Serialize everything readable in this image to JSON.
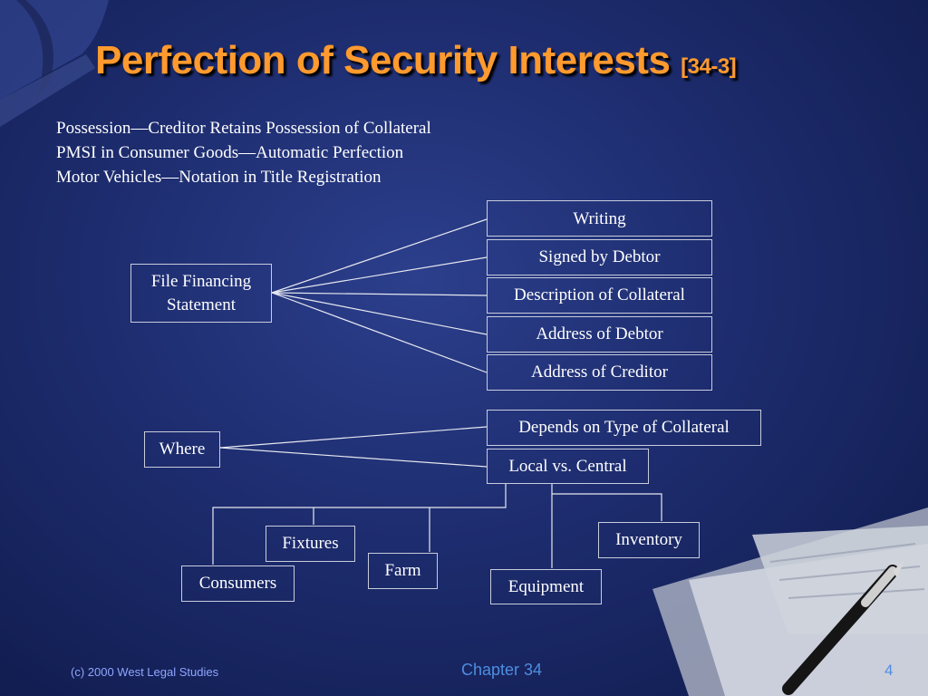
{
  "slide": {
    "title": "Perfection of Security Interests",
    "title_ref": "[34-3]",
    "bullets": [
      "Possession—Creditor Retains Possession of Collateral",
      "PMSI in Consumer Goods—Automatic Perfection",
      "Motor Vehicles—Notation in Title Registration"
    ],
    "diagram": {
      "filing_line1": "File Financing",
      "filing_line2": "Statement",
      "requirements": [
        "Writing",
        "Signed by Debtor",
        "Description of Collateral",
        "Address of Debtor",
        "Address of Creditor"
      ],
      "where": "Where",
      "where_options": [
        "Depends on Type of Collateral",
        "Local vs. Central"
      ],
      "collateral_types": [
        "Fixtures",
        "Consumers",
        "Farm",
        "Equipment",
        "Inventory"
      ]
    },
    "footer": {
      "copyright": "(c) 2000 West Legal Studies",
      "chapter": "Chapter 34",
      "page": "4"
    },
    "colors": {
      "title": "#ff9a2e",
      "text": "#ffffff",
      "box_border": "#c8ccdc",
      "footer": "#4f8de0"
    }
  }
}
